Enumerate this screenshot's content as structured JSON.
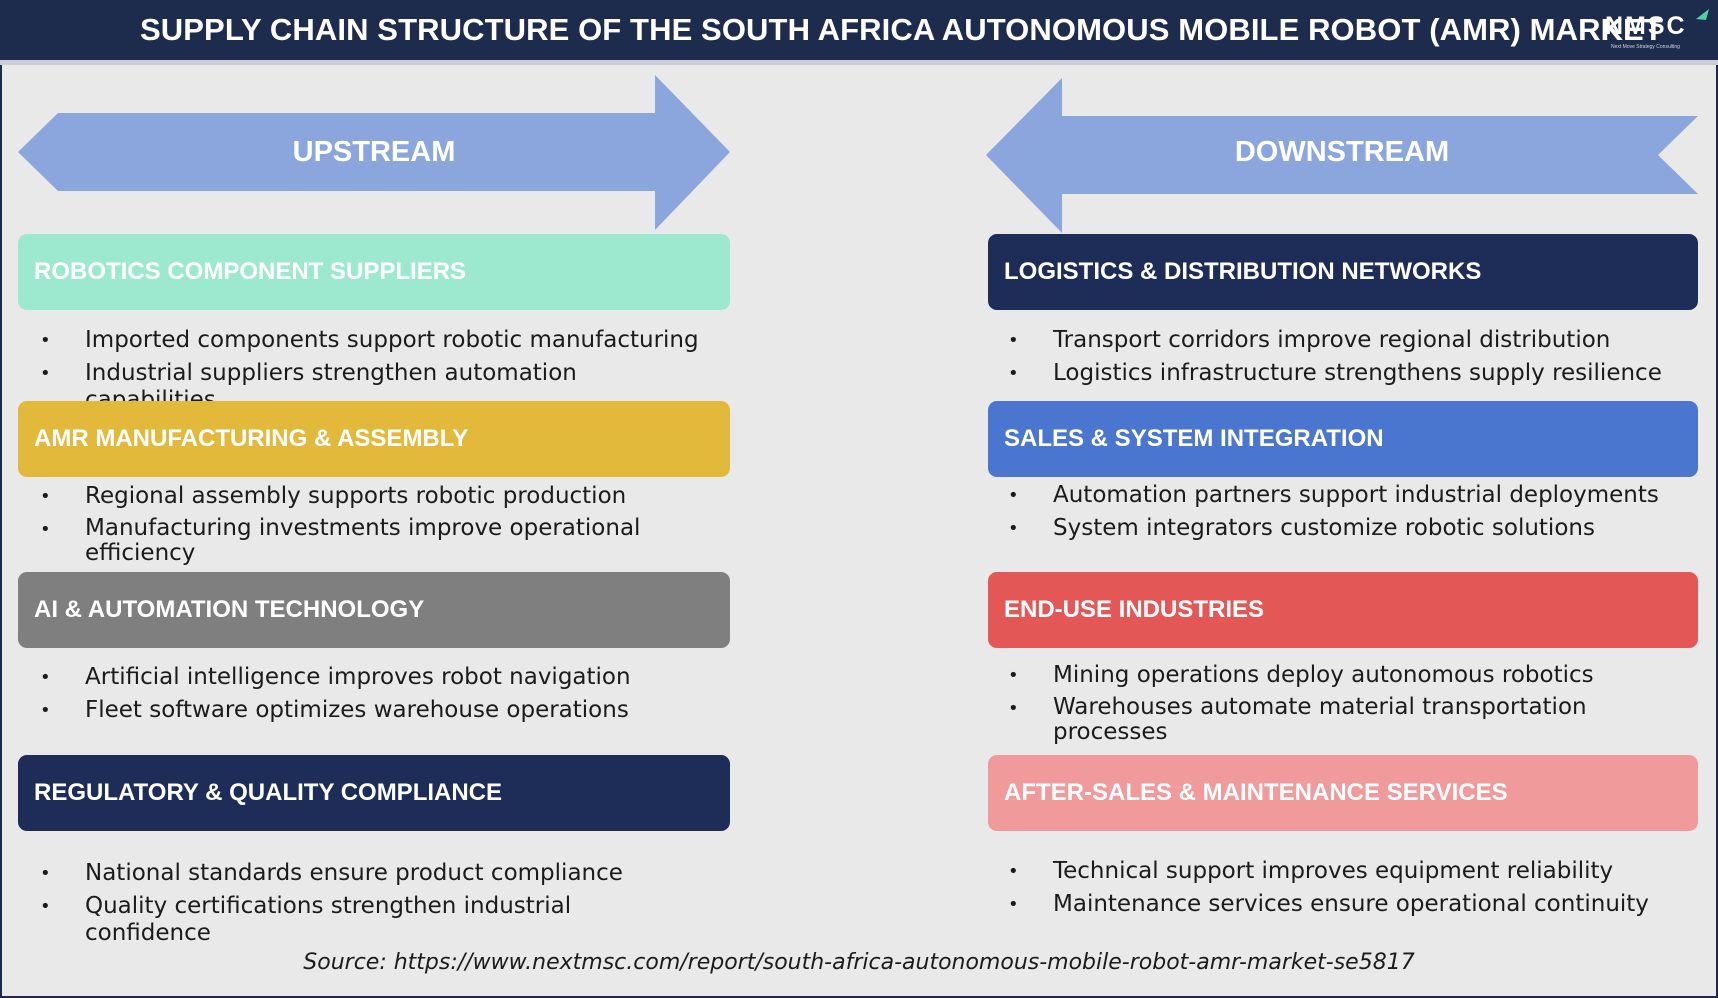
{
  "header": {
    "title": "SUPPLY CHAIN STRUCTURE OF THE SOUTH AFRICA AUTONOMOUS MOBILE ROBOT (AMR) MARKET",
    "logo_text": "NMSC",
    "logo_tagline": "Next Move Strategy Consulting"
  },
  "arrows": {
    "upstream": "UPSTREAM",
    "downstream": "DOWNSTREAM",
    "color": "#8aa6dd"
  },
  "upstream": [
    {
      "title": "ROBOTICS COMPONENT SUPPLIERS",
      "color": "#9de9cf",
      "bullets": [
        "Imported components support robotic manufacturing",
        "Industrial suppliers strengthen automation capabilities"
      ]
    },
    {
      "title": "AMR MANUFACTURING & ASSEMBLY",
      "color": "#e3b93b",
      "bullets": [
        "Regional assembly supports robotic production",
        "Manufacturing investments improve operational efficiency"
      ]
    },
    {
      "title": "AI & AUTOMATION TECHNOLOGY",
      "color": "#7f7f7f",
      "bullets": [
        "Artificial intelligence improves robot navigation",
        "Fleet software optimizes warehouse operations"
      ]
    },
    {
      "title": "REGULATORY & QUALITY COMPLIANCE",
      "color": "#1e2d57",
      "bullets": [
        "National standards ensure product compliance",
        "Quality certifications strengthen industrial confidence"
      ]
    }
  ],
  "downstream": [
    {
      "title": "LOGISTICS & DISTRIBUTION NETWORKS",
      "color": "#1e2d57",
      "bullets": [
        "Transport corridors improve regional distribution",
        "Logistics infrastructure strengthens supply resilience"
      ]
    },
    {
      "title": "SALES & SYSTEM INTEGRATION",
      "color": "#4a76cf",
      "bullets": [
        "Automation partners support industrial deployments",
        "System integrators customize robotic solutions"
      ]
    },
    {
      "title": "END-USE INDUSTRIES",
      "color": "#e45757",
      "bullets": [
        "Mining operations deploy autonomous robotics",
        "Warehouses automate material transportation processes"
      ]
    },
    {
      "title": "AFTER-SALES & MAINTENANCE SERVICES",
      "color": "#f09a9c",
      "bullets": [
        "Technical support improves equipment reliability",
        "Maintenance services ensure operational continuity"
      ]
    }
  ],
  "bullet_glyph": "•",
  "source": "Source: https://www.nextmsc.com/report/south-africa-autonomous-mobile-robot-amr-market-se5817"
}
